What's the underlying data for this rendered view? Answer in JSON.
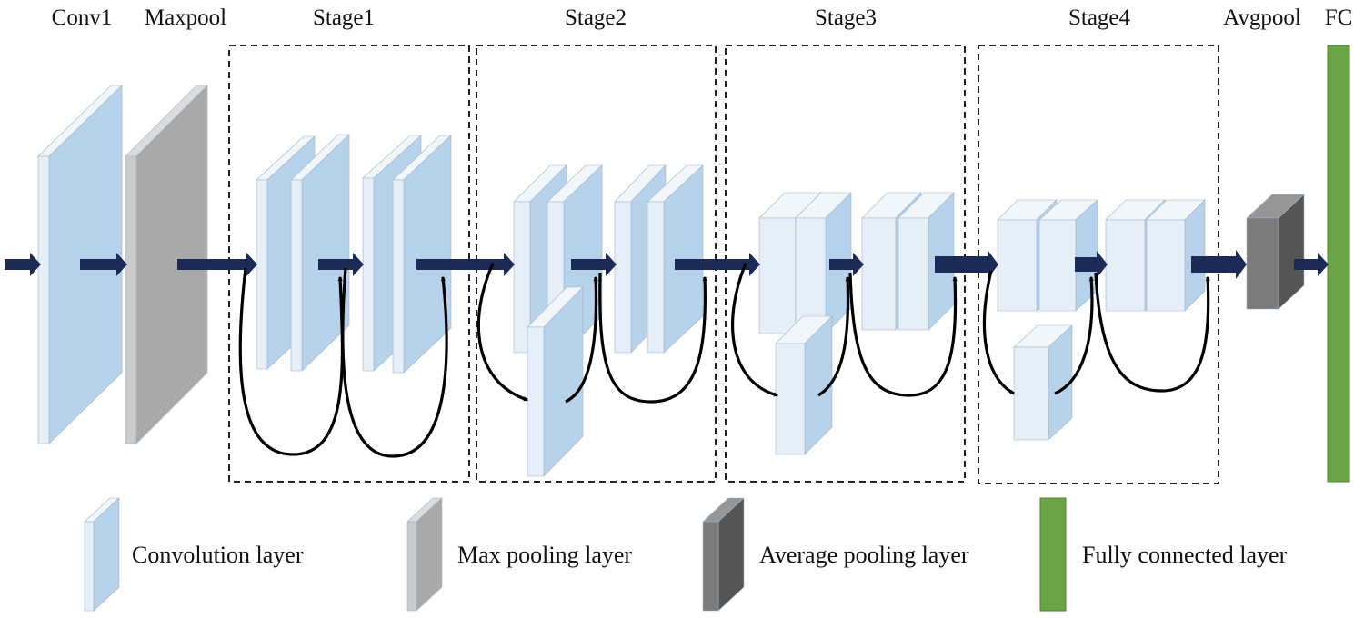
{
  "headers": {
    "conv1": "Conv1",
    "maxpool": "Maxpool",
    "stage1": "Stage1",
    "stage2": "Stage2",
    "stage3": "Stage3",
    "stage4": "Stage4",
    "avgpool": "Avgpool",
    "fc": "FC"
  },
  "legend": {
    "convolution": "Convolution layer",
    "max_pooling": "Max pooling layer",
    "average_pooling": "Average pooling layer",
    "fully_connected": "Fully connected layer"
  },
  "colors": {
    "conv_front": "#e6eef8",
    "conv_side": "#b7d3ec",
    "conv_top": "#f1f6fb",
    "maxpool_front": "#cbcbcb",
    "maxpool_side": "#a9a9a9",
    "maxpool_top": "#dcdcdc",
    "avgpool_front": "#7b7b7b",
    "avgpool_side": "#555555",
    "avgpool_top": "#969696",
    "fc": "#6aa446",
    "arrow": "#1c2a58",
    "skip_line": "#000000"
  }
}
